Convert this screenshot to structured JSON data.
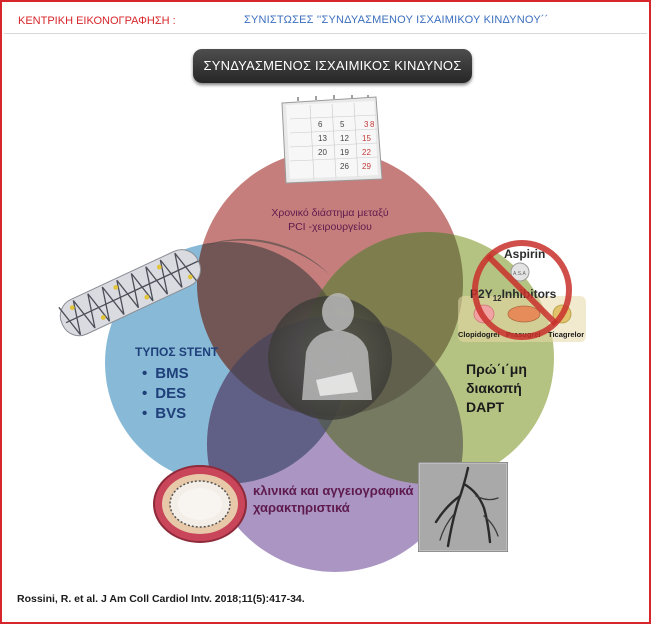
{
  "header": {
    "label": "ΚΕΝΤΡΙΚΗ ΕΙΚΟΝΟΓΡΑΦΗΣΗ :",
    "title": "ΣΥΝΙΣΤΩΣΕΣ ''ΣΥΝΔΥΑΣΜΕΝΟΥ ΙΣΧΑΙΜΙΚΟΥ ΚΙΝΔΥΝΟΥ´´"
  },
  "title": "ΣΥΝΔΥΑΣΜΕΝΟΣ ΙΣΧΑΙΜΙΚΟΣ ΚΙΝΔΥΝΟΣ",
  "venn": {
    "top": {
      "line1": "Χρονικό διάστημα μεταξύ",
      "line2": "PCI -χειρουργείου",
      "color": "#b9615f"
    },
    "left": {
      "title": "ΤΥΠΟΣ STENT",
      "items": [
        "BMS",
        "DES",
        "BVS"
      ],
      "color": "#7bb3d3"
    },
    "right": {
      "line1": "Πρώ΄ι΄μη",
      "line2": "διακοπή",
      "line3": "DAPT",
      "color": "#a8b96c"
    },
    "bottom": {
      "line1": "κλινικά και αγγειογραφικά",
      "line2": "χαρακτηριστικά",
      "color": "#9b82b8"
    }
  },
  "drugs": {
    "aspirin": "Aspirin",
    "aspirin_mark": "A.S.A",
    "inhibitors": "P2Y",
    "inhibitors_sub": "12",
    "inhibitors_tail": "Inhibitors",
    "pills": [
      "Clopidogrel",
      "Prasugrel",
      "Ticagrelor"
    ]
  },
  "calendar_numbers": [
    "3",
    "8",
    "15",
    "22",
    "29",
    "5",
    "12",
    "19",
    "26",
    "6",
    "13",
    "20"
  ],
  "citation": "Rossini, R. et al. J Am Coll Cardiol Intv. 2018;11(5):417-34."
}
